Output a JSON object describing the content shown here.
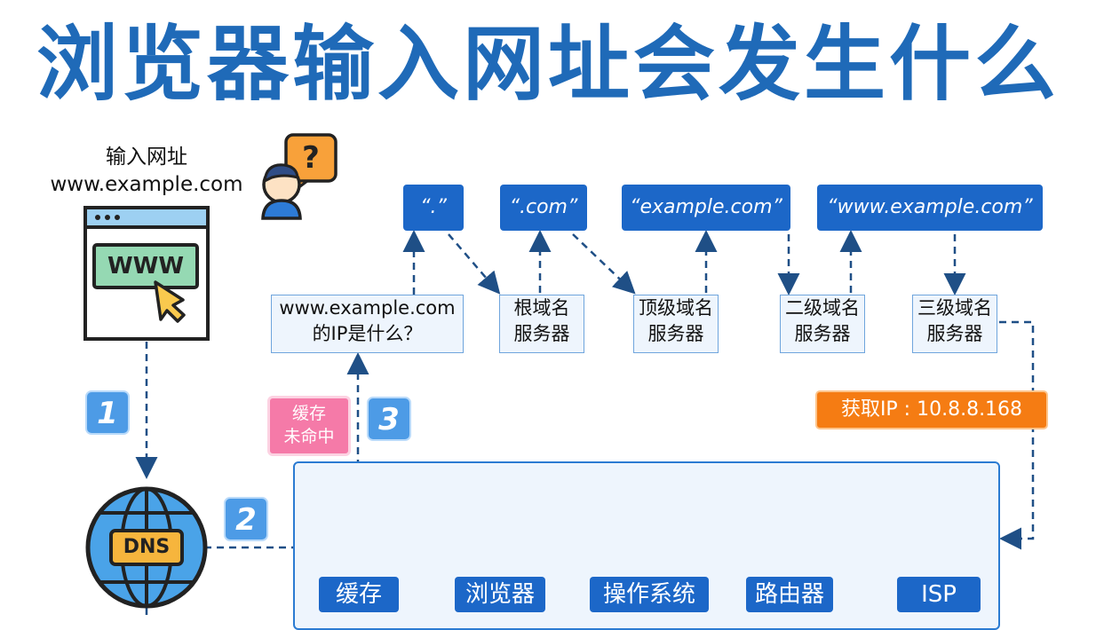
{
  "title": "浏览器输入网址会发生什么",
  "input": {
    "line1": "输入网址",
    "line2": "www.example.com"
  },
  "question_mark": "?",
  "browser_window_text": "WWW",
  "query_box": {
    "line1": "www.example.com",
    "line2": "的IP是什么？"
  },
  "domains": {
    "root": "“.”",
    "com": "“.com”",
    "example": "“example.com”",
    "www": "“www.example.com”"
  },
  "servers": {
    "root": {
      "line1": "根域名",
      "line2": "服务器"
    },
    "tld": {
      "line1": "顶级域名",
      "line2": "服务器"
    },
    "second": {
      "line1": "二级域名",
      "line2": "服务器"
    },
    "third": {
      "line1": "三级域名",
      "line2": "服务器"
    }
  },
  "ip_result": "获取IP : 10.8.8.168",
  "steps": [
    "1",
    "2",
    "3"
  ],
  "cache_miss": {
    "line1": "缓存",
    "line2": "未命中"
  },
  "dns_text": "DNS",
  "components": [
    "缓存",
    "浏览器",
    "操作系统",
    "路由器",
    "ISP"
  ],
  "colors": {
    "title": "#1f6ab8",
    "chip": "#1c67c8",
    "step": "#4d9be6",
    "cache_miss": "#f57aa8",
    "ip": "#f57c13",
    "panel_bg": "#eef5fd"
  }
}
